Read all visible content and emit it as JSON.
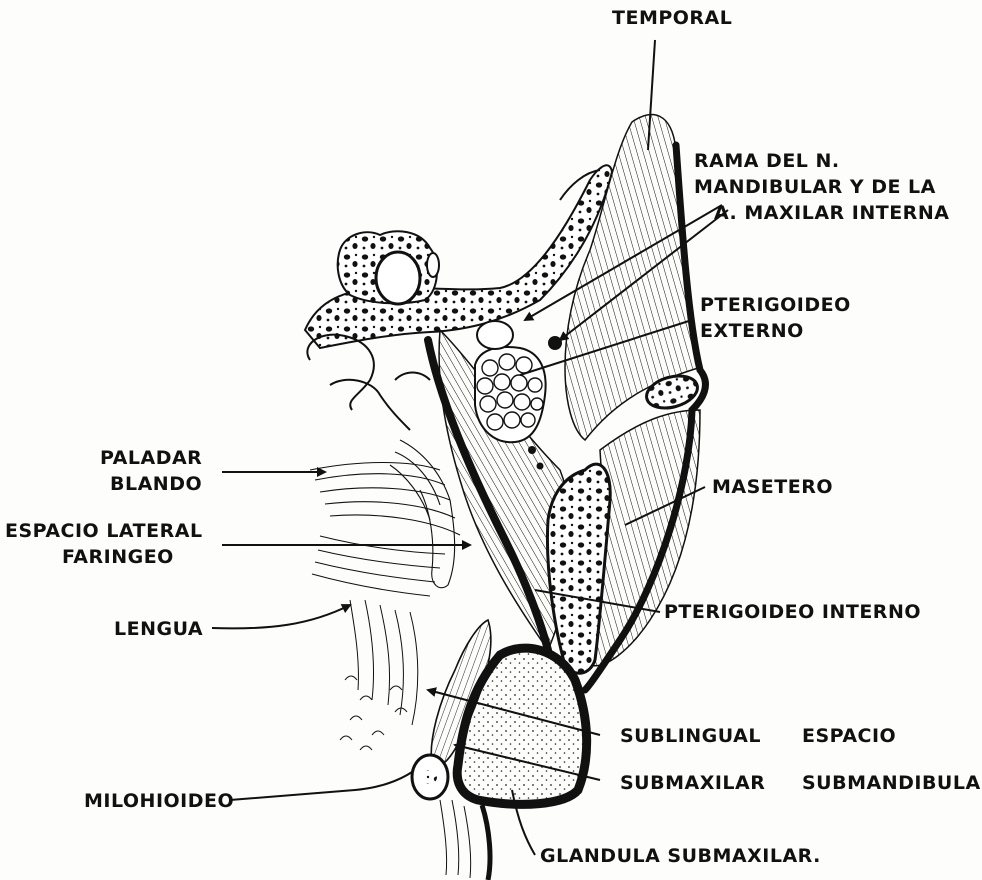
{
  "colors": {
    "ink": "#111111",
    "paper": "#fdfdfb"
  },
  "labels": {
    "temporal": "TEMPORAL",
    "rama_line1": "RAMA DEL N.",
    "rama_line2": "MANDIBULAR Y DE LA",
    "rama_line3": "A. MAXILAR INTERNA",
    "pterigoideo_externo_line1": "PTERIGOIDEO",
    "pterigoideo_externo_line2": "EXTERNO",
    "paladar_line1": "PALADAR",
    "paladar_line2": "BLANDO",
    "espacio_lateral_line1": "ESPACIO LATERAL",
    "espacio_lateral_line2": "FARINGEO",
    "masetero": "MASETERO",
    "lengua": "LENGUA",
    "pterigoideo_interno": "PTERIGOIDEO INTERNO",
    "sublingual": "SUBLINGUAL",
    "espacio": "ESPACIO",
    "submaxilar": "SUBMAXILAR",
    "submandibular": "SUBMANDIBULAR",
    "milohioideo": "MILOHIOIDEO",
    "glandula": "GLANDULA SUBMAXILAR."
  }
}
